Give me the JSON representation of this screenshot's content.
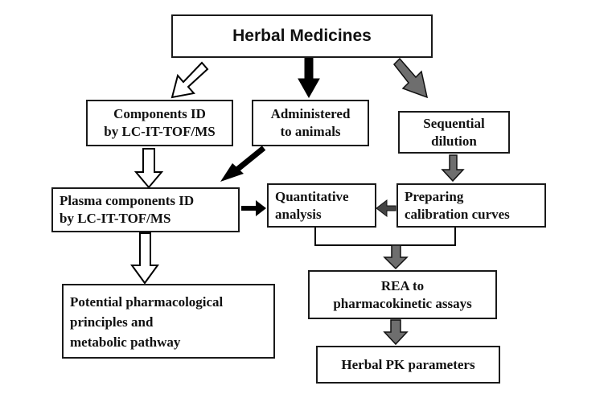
{
  "boxes": {
    "herbal_medicines": "Herbal Medicines",
    "components_id": "Components ID\nby LC-IT-TOF/MS",
    "administered": "Administered\nto animals",
    "sequential_dilution": "Sequential\ndilution",
    "plasma_components_id": "Plasma components ID\nby LC-IT-TOF/MS",
    "quantitative_analysis": "Quantitative\nanalysis",
    "preparing_calibration": "Preparing\ncalibration curves",
    "potential_principles": "Potential pharmacological\nprinciples and\nmetabolic pathway",
    "rea_assays": "REA to\npharmacokinetic assays",
    "herbal_pk": "Herbal PK parameters"
  },
  "colors": {
    "arrow_open": "#ffffff",
    "arrow_black": "#000000",
    "arrow_gray": "#6e6e6e",
    "border": "#1a1a1a"
  }
}
